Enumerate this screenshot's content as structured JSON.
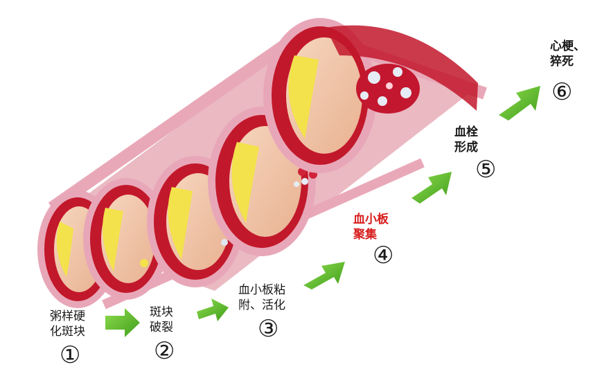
{
  "steps": [
    {
      "line1": "粥样硬",
      "line2": "化斑块",
      "number": "①"
    },
    {
      "line1": "斑块",
      "line2": "破裂",
      "number": "②"
    },
    {
      "line1": "血小板粘",
      "line2": "附、活化",
      "number": "③"
    },
    {
      "line1": "血小板",
      "line2": "聚集",
      "number": "④",
      "color": "#d81c1c"
    },
    {
      "line1": "血栓",
      "line2": "形成",
      "number": "⑤"
    },
    {
      "line1": "心梗、",
      "line2": "猝死",
      "number": "⑥"
    }
  ],
  "colors": {
    "vessel_outer": "#e8a7b8",
    "vessel_wall": "#c2182b",
    "lumen": "#f1c7a9",
    "plaque": "#f3e24b",
    "arrow": "#5cbf2a",
    "clot": "#c3172f"
  }
}
